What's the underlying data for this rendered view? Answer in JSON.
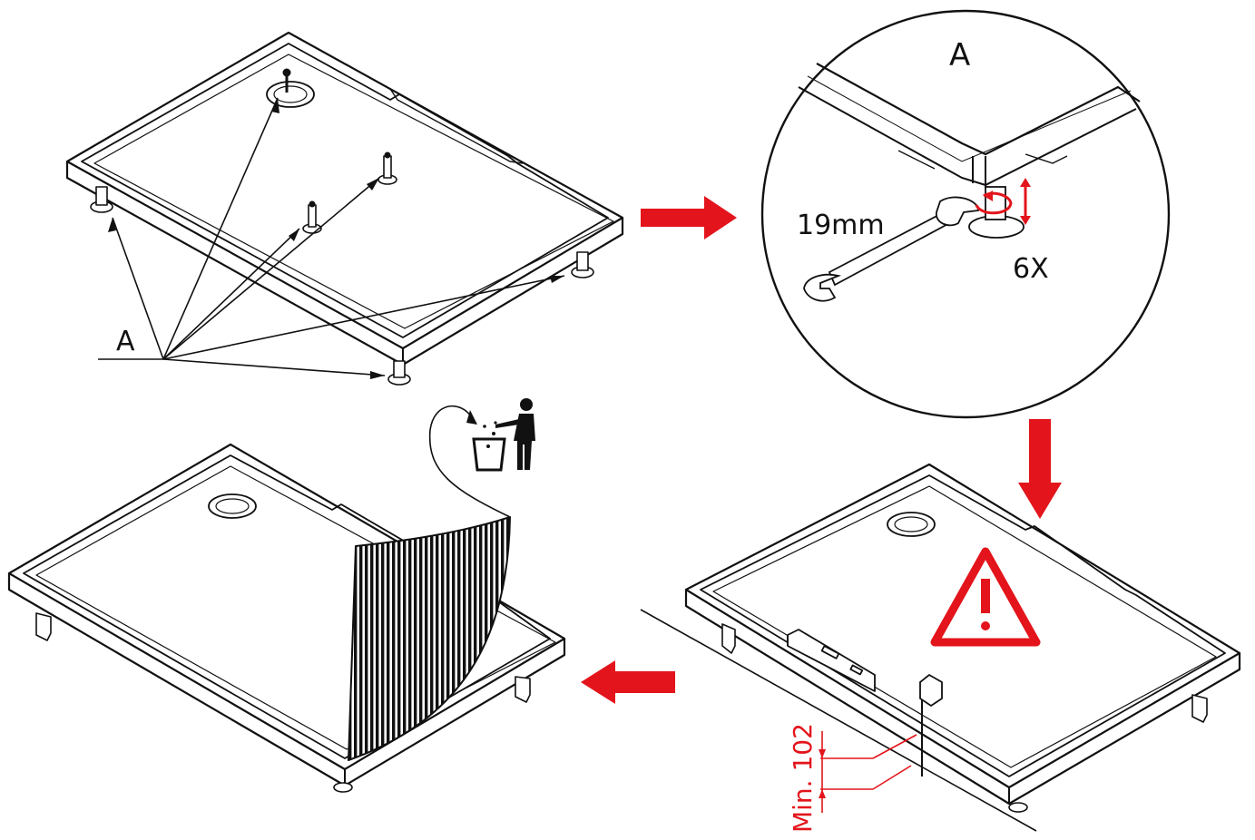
{
  "labels": {
    "point_a": "A",
    "detail_a": "A",
    "wrench_size": "19mm",
    "quantity": "6X",
    "min_height": "Min. 102"
  },
  "colors": {
    "line": "#111111",
    "accent_red": "#e3141b"
  },
  "icons": {
    "arrows": "red-block-arrow",
    "warning": "warning-triangle-icon",
    "disposal": "trash-disposal-icon"
  }
}
